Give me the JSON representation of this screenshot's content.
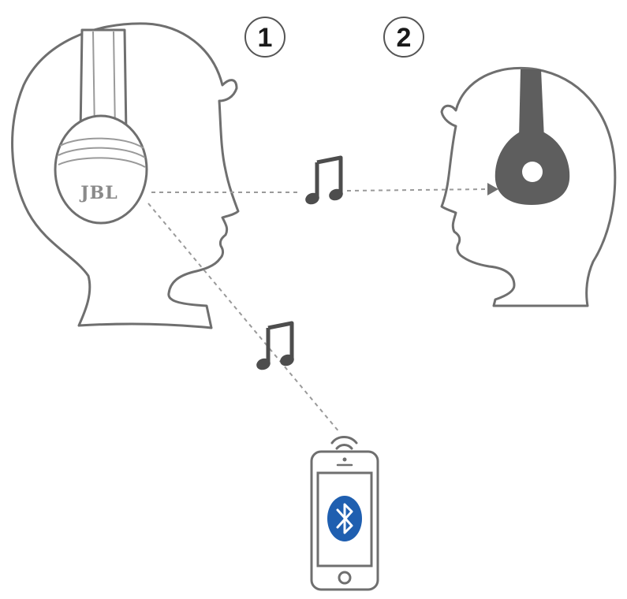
{
  "labels": {
    "step_one": "1",
    "step_two": "2"
  },
  "headphone_brand": "JBL",
  "colors": {
    "line": "#6f6f6f",
    "dashed": "#9a9a9a",
    "dark_headphone": "#5e5e5e",
    "bluetooth_blue": "#1f5fb0"
  },
  "icons": {
    "music_note": "music-note-icon",
    "bluetooth": "bluetooth-icon",
    "signal": "wifi-signal-icon"
  }
}
